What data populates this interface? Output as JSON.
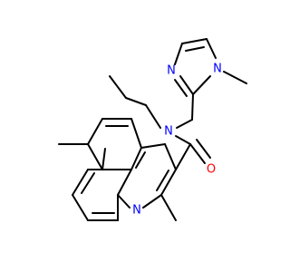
{
  "molecule": {
    "colors": {
      "bond": "#000000",
      "nitrogen": "#0000ff",
      "oxygen": "#ff0000"
    },
    "labels": {
      "amide_nitrogen": "N",
      "carbonyl_oxygen": "O",
      "quinoline_nitrogen": "N",
      "imidazole_n1": "N",
      "imidazole_n3": "N"
    }
  }
}
